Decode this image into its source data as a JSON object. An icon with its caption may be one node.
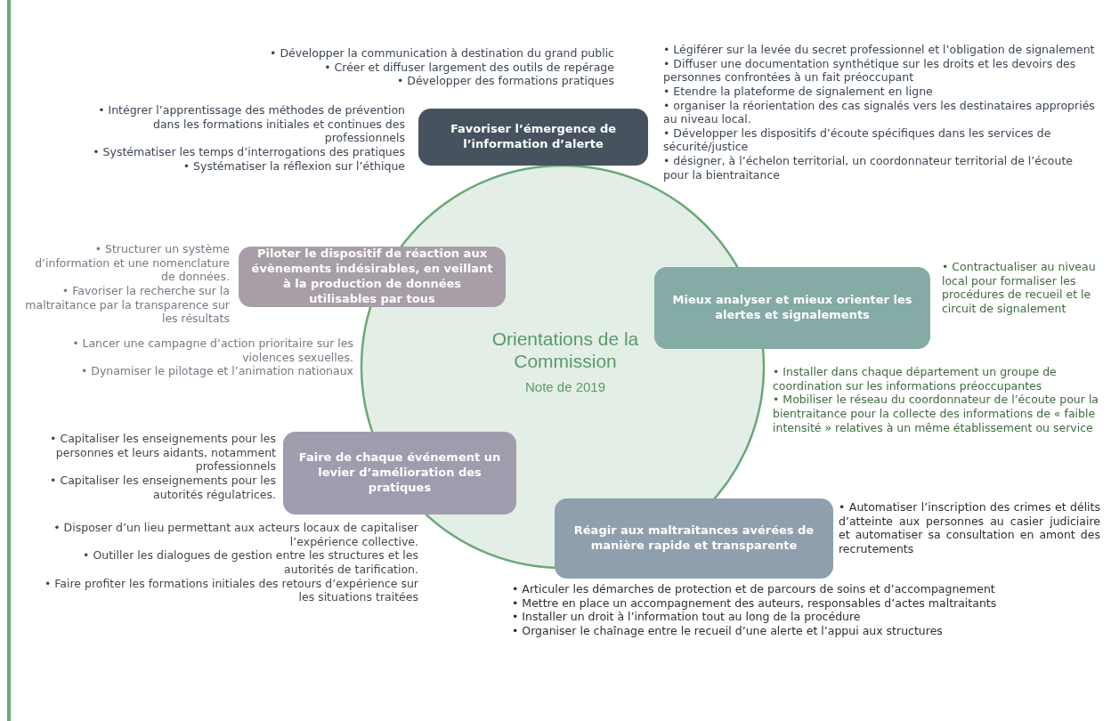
{
  "diagram": {
    "nodes": [
      {
        "text": [
          "Orientations de la Commission",
          "Note de 2019"
        ]
      },
      {
        "text": [
          "Favoriser l’émergence de l’information d’alerte"
        ],
        "beside": [
          "• Développer la communication à destination du grand public",
          "• Créer et diffuser largement des outils de repérage",
          "• Développer des formations pratiques",
          "• Intégrer l’apprentissage des méthodes de prévention dans les formations initiales et continues des professionnels",
          "• Systématiser les temps d’interrogations des pratiques",
          "• Systématiser la réflexion sur l’éthique",
          "• Légiférer sur la levée du secret professionnel et l’obligation de signalement",
          "• Diffuser une documentation synthétique sur les droits et les devoirs des personnes confrontées à un fait préoccupant",
          "• Etendre la plateforme de signalement en ligne",
          "• organiser la réorientation des cas signalés vers les destinataires appropriés au niveau local.",
          "• Développer les dispositifs d’écoute spécifiques dans les services de sécurité/justice",
          "• désigner, à l’échelon territorial, un coordonnateur territorial de l’écoute pour la bientraitance"
        ]
      },
      {
        "text": [
          "Piloter le dispositif de réaction aux évènements indésirables, en veillant à la production de données utilisables par tous"
        ],
        "beside": [
          "• Structurer un système d’information et une nomenclature de données.",
          "• Favoriser la recherche sur la maltraitance par la transparence sur les résultats",
          "• Lancer une campagne d’action prioritaire sur les violences sexuelles.",
          "• Dynamiser le pilotage et l’animation nationaux"
        ]
      },
      {
        "text": [
          "Mieux analyser et mieux orienter les alertes et signalements"
        ],
        "beside": [
          "• Contractualiser au niveau local pour formaliser les procédures de recueil et le circuit de signalement",
          "• Installer dans chaque département un groupe de coordination sur les informations préoccupantes",
          "• Mobiliser le réseau du coordonnateur de l’écoute pour la bientraitance pour la collecte des informations de « faible intensité » relatives à un même établissement ou service"
        ]
      },
      {
        "text": [
          "Faire de chaque événement un levier d’amélioration des pratiques"
        ],
        "beside": [
          "• Capitaliser les enseignements pour les personnes et leurs aidants, notamment professionnels",
          "• Capitaliser les enseignements pour les autorités régulatrices.",
          "• Disposer d’un lieu permettant aux acteurs locaux de capitaliser l’expérience collective.",
          "• Outiller les dialogues de gestion entre les structures et les autorités de tarification.",
          "• Faire profiter les formations initiales des retours d’expérience sur les situations traitées"
        ]
      },
      {
        "text": [
          "Réagir aux maltraitances avérées de manière rapide et transparente"
        ],
        "beside": [
          "• Automatiser l’inscription des crimes et délits d’atteinte aux personnes au casier judiciaire et automatiser sa consultation en amont des recrutements",
          "• Articuler les démarches de protection et de parcours de soins et d’accompagnement",
          "• Mettre en place un accompagnement des auteurs, responsables d’actes maltraitants",
          "• Installer un droit à l’information tout au long de la procédure",
          "• Organiser le chaînage entre le recueil d’une alerte et l’appui aux structures"
        ]
      }
    ]
  }
}
